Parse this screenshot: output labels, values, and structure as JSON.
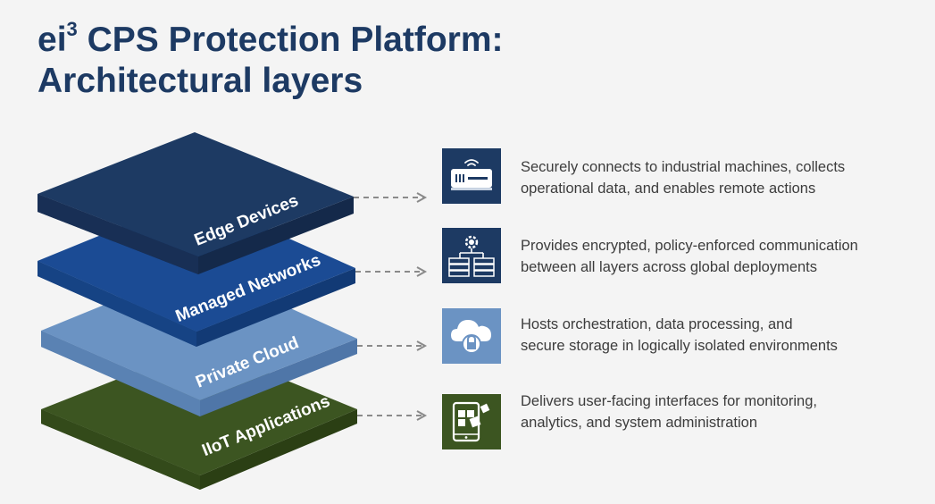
{
  "title": {
    "prefix": "ei",
    "superscript": "3",
    "line1_rest": " CPS Protection Platform:",
    "line2": "Architectural layers"
  },
  "layers": [
    {
      "label": "Edge Devices",
      "icon": "router-icon",
      "color": "#1d3a63",
      "desc_line1": "Securely connects to industrial machines, collects",
      "desc_line2": "operational data, and enables remote actions"
    },
    {
      "label": "Managed Networks",
      "icon": "network-gear-icon",
      "color": "#1b4b94",
      "desc_line1": "Provides encrypted, policy-enforced communication",
      "desc_line2": "between all layers across global deployments"
    },
    {
      "label": "Private Cloud",
      "icon": "cloud-lock-icon",
      "color": "#6b93c3",
      "desc_line1": "Hosts orchestration, data processing, and",
      "desc_line2": "secure storage in logically isolated environments"
    },
    {
      "label": "IIoT Applications",
      "icon": "tablet-app-icon",
      "color": "#3c5521",
      "desc_line1": "Delivers user-facing interfaces for monitoring,",
      "desc_line2": "analytics, and system administration"
    }
  ]
}
